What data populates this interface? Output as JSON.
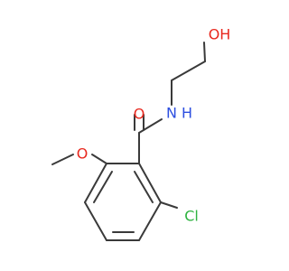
{
  "molecule": {
    "labels": {
      "hydroxyl_oxygen": "OH",
      "amide_oxygen": "O",
      "amide_nitrogen": "N",
      "amide_hydrogen": "H",
      "methoxy_oxygen": "O",
      "chlorine": "Cl"
    },
    "colors": {
      "bond": "#3a3a3a",
      "oxygen": "#e8281e",
      "nitrogen": "#2d4fe0",
      "chlorine": "#2fb341",
      "background": "#ffffff"
    }
  }
}
